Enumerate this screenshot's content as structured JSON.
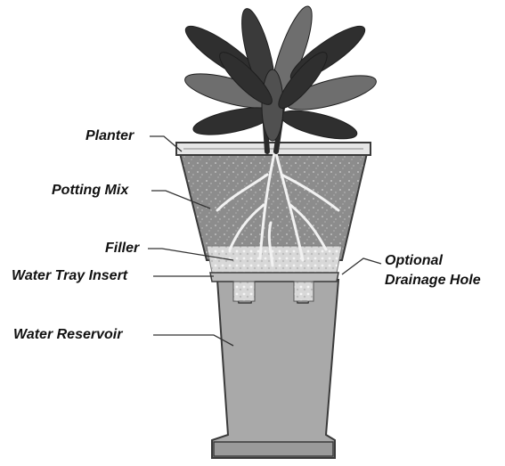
{
  "labels": {
    "planter": "Planter",
    "potting_mix": "Potting Mix",
    "filler": "Filler",
    "water_tray_insert": "Water Tray Insert",
    "water_reservoir": "Water Reservoir",
    "optional_drainage_line1": "Optional",
    "optional_drainage_line2": "Drainage Hole"
  },
  "colors": {
    "reservoir": "#a9a9a9",
    "potting_mix": "#8c8c8c",
    "filler": "#d8d8d8",
    "planter_rim": "#e6e6e6",
    "leaf_dark": "#2f2f2f",
    "leaf_light": "#6e6e6e",
    "outline": "#3a3a3a"
  }
}
